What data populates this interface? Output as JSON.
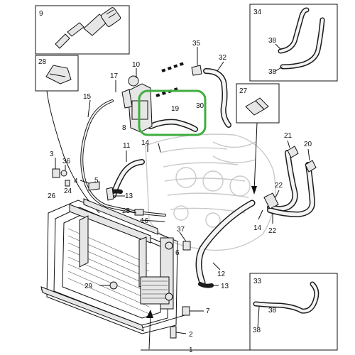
{
  "diagram": {
    "labels": {
      "l1": "1",
      "l2": "2",
      "l3": "3",
      "l4": "4",
      "l5": "5",
      "l6": "6",
      "l7": "7",
      "l8": "8",
      "l9": "9",
      "l10": "10",
      "l11": "11",
      "l12": "12",
      "l13a": "13",
      "l13b": "13",
      "l14a": "14",
      "l14b": "14",
      "l15": "15",
      "l16": "16",
      "l17": "17",
      "l19": "19",
      "l20": "20",
      "l21": "21",
      "l22a": "22",
      "l22b": "22",
      "l24": "24",
      "l25": "25",
      "l26": "26",
      "l27": "27",
      "l28": "28",
      "l29": "29",
      "l30": "30",
      "l32": "32",
      "l33": "33",
      "l34": "34",
      "l35": "35",
      "l36": "36",
      "l37": "37",
      "l38a": "38",
      "l38b": "38",
      "l38c": "38",
      "l38d": "38"
    },
    "highlight_color": "#3fae3f"
  }
}
